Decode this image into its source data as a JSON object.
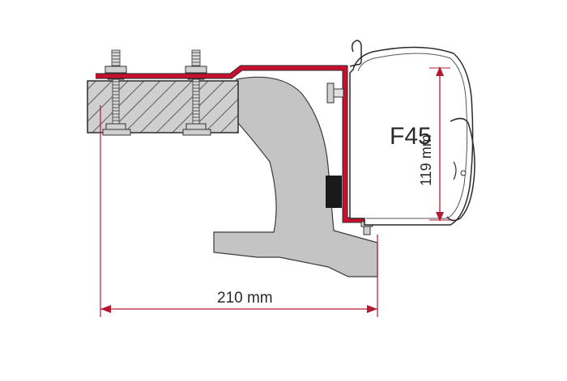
{
  "diagram": {
    "model_label": "F45",
    "height_dimension": "119 mm",
    "width_dimension": "210 mm"
  },
  "colors": {
    "adapter_red": "#c8102e",
    "dimension_red": "#b31b34",
    "bracket_gray": "#c4c4c4",
    "wood_gray": "#cfcfcf",
    "outline": "#2a2a2a"
  }
}
